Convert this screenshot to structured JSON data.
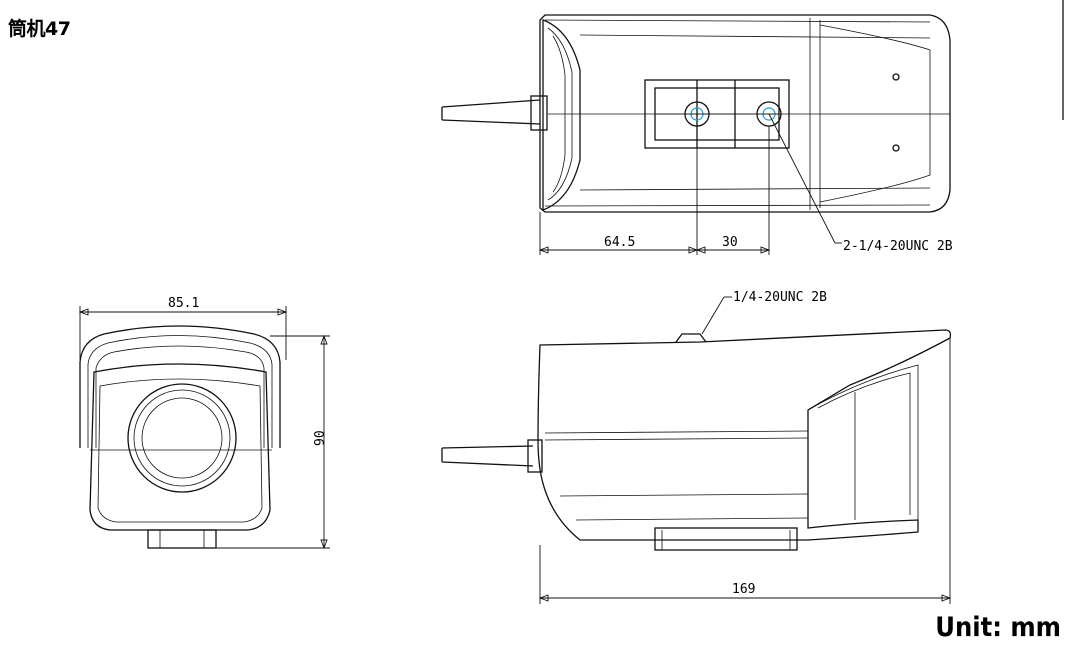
{
  "title": "筒机47",
  "unit_label": "Unit: mm",
  "dimensions": {
    "top_offset": "64.5",
    "hole_spacing": "30",
    "width": "85.1",
    "height": "90",
    "length": "169"
  },
  "callouts": {
    "bottom_thread": "2-1/4-20UNC 2B",
    "top_thread": "1/4-20UNC 2B"
  },
  "colors": {
    "line": "#111111",
    "thread_center": "#1a9fd8"
  }
}
